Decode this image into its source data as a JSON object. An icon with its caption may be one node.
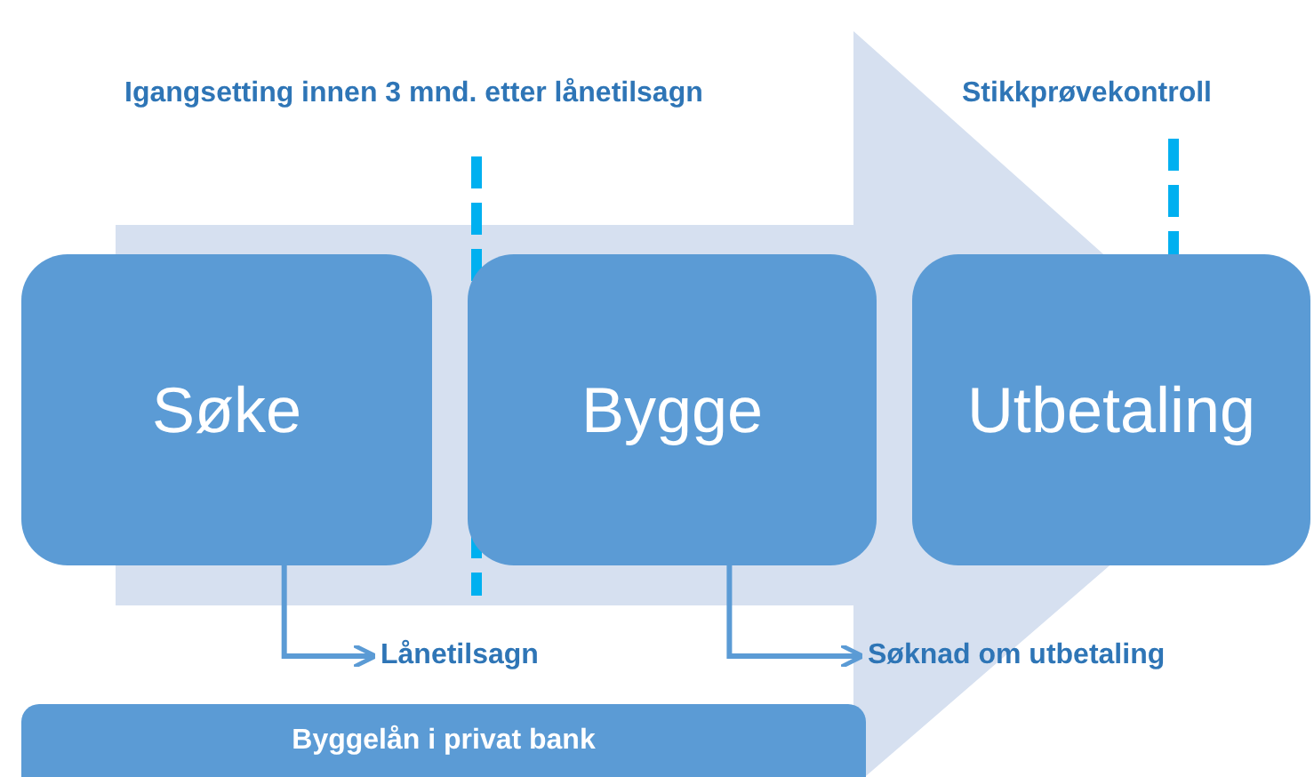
{
  "diagram": {
    "nodes": [
      {
        "text": [
          "Søke"
        ]
      },
      {
        "text": [
          "Bygge"
        ]
      },
      {
        "text": [
          "Utbetaling"
        ]
      },
      {
        "text": [
          "Lånetilsagn"
        ]
      },
      {
        "text": [
          "Søknad om utbetaling"
        ]
      },
      {
        "text": [
          "Byggelån i privat bank"
        ]
      }
    ],
    "edges": [
      {
        "from": 0,
        "to": 3,
        "arrow": "to"
      },
      {
        "from": 1,
        "to": 4,
        "arrow": "to"
      },
      {
        "from": 0,
        "to": 2,
        "arrow": "to",
        "style": "thick"
      }
    ],
    "labels": [
      "Igangsetting innen 3 mnd. etter lånetilsagn",
      "Stikkprøvekontroll"
    ]
  }
}
